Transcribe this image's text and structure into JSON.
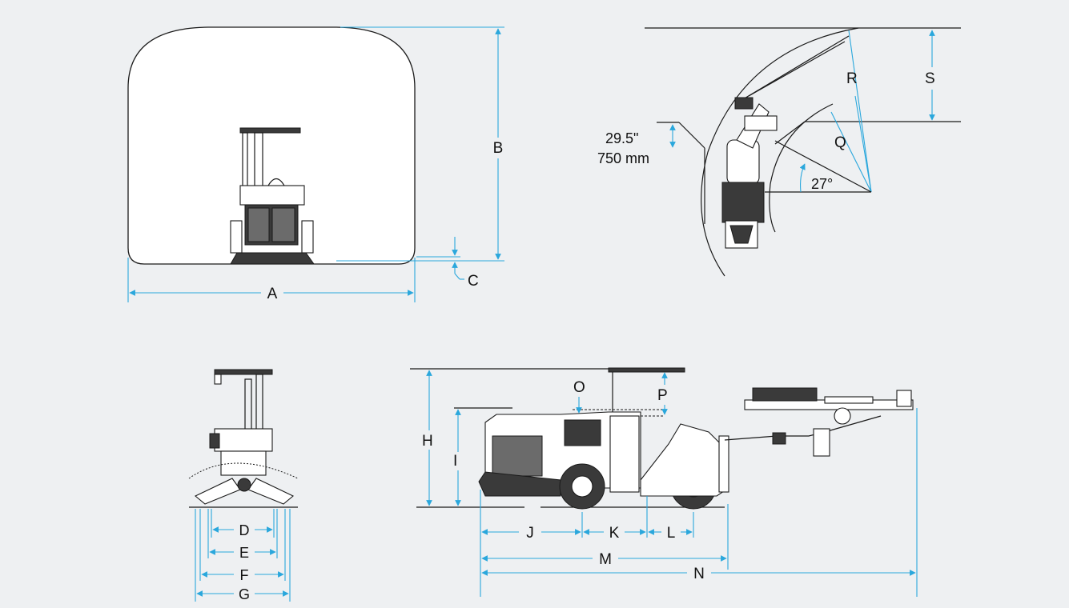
{
  "labels": {
    "A": "A",
    "B": "B",
    "C": "C",
    "D": "D",
    "E": "E",
    "F": "F",
    "G": "G",
    "H": "H",
    "I": "I",
    "J": "J",
    "K": "K",
    "L": "L",
    "M": "M",
    "N": "N",
    "O": "O",
    "P": "P",
    "Q": "Q",
    "R": "R",
    "S": "S"
  },
  "annotations": {
    "height_in": "29.5\"",
    "height_mm": "750 mm",
    "angle": "27°"
  },
  "colors": {
    "background": "#eef0f2",
    "dimension_line": "#2aa7dc",
    "line_art": "#1a1a1a"
  }
}
